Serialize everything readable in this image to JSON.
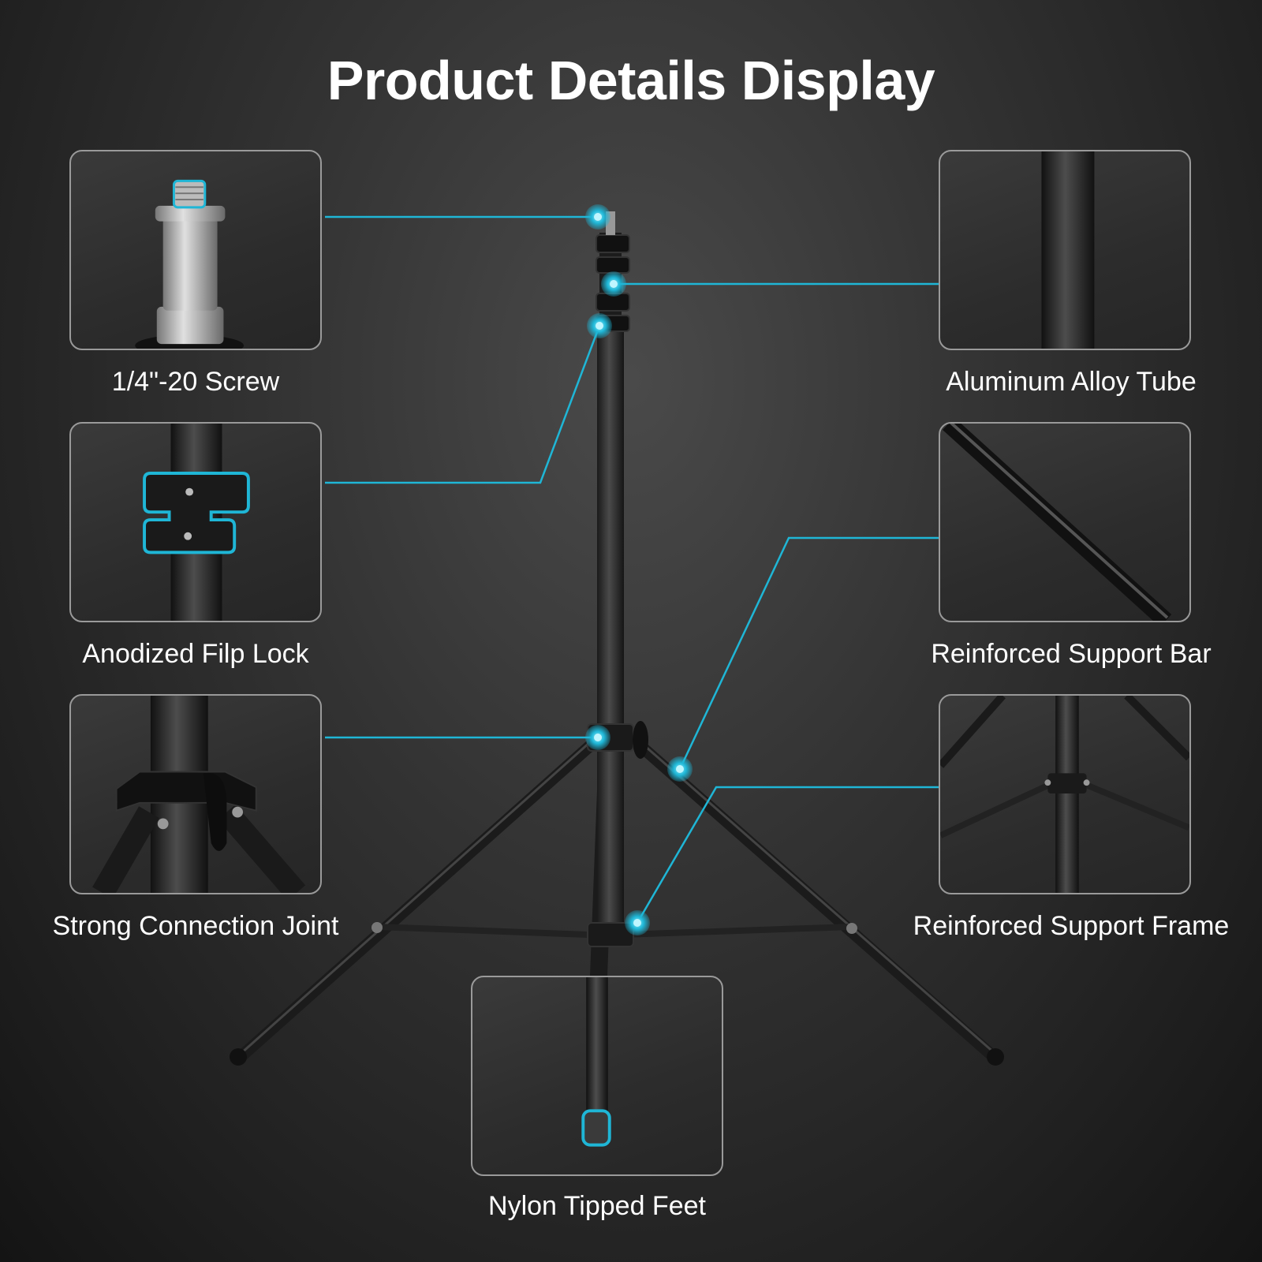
{
  "header": {
    "title": "Product Details Display"
  },
  "features": [
    {
      "id": "screw",
      "label": "1/4\"-20 Screw"
    },
    {
      "id": "tube",
      "label": "Aluminum Alloy Tube"
    },
    {
      "id": "lock",
      "label": "Anodized Filp Lock"
    },
    {
      "id": "bar",
      "label": "Reinforced Support Bar"
    },
    {
      "id": "joint",
      "label": "Strong Connection Joint"
    },
    {
      "id": "frame",
      "label": "Reinforced Support Frame"
    },
    {
      "id": "feet",
      "label": "Nylon Tipped Feet"
    }
  ],
  "colors": {
    "accent": "#1fb6d6",
    "background_center": "#4a4a4a",
    "background_edge": "#141414",
    "panel_border": "#9a9a9a",
    "text": "#ffffff"
  }
}
